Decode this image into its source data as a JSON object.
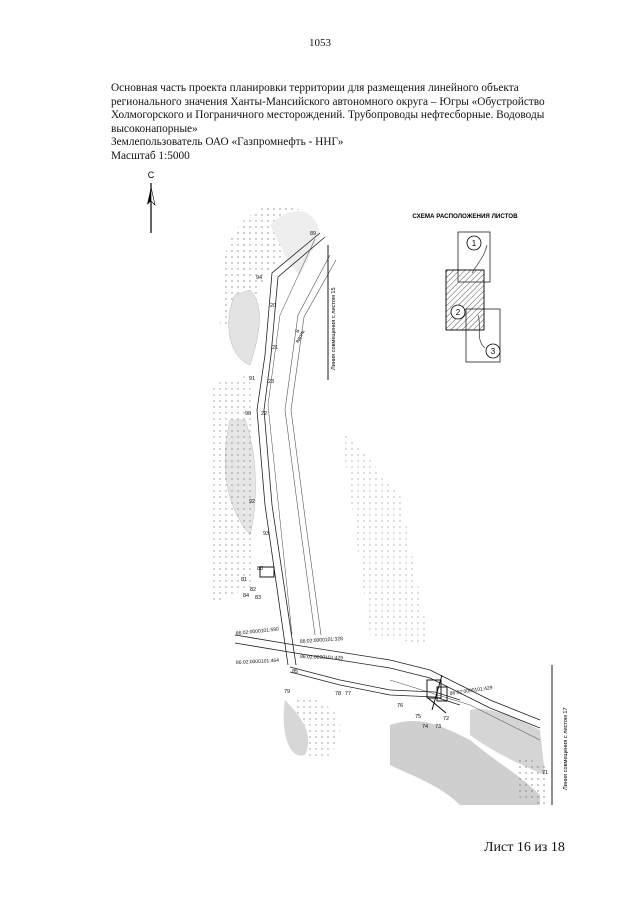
{
  "page_number": "1053",
  "header": {
    "lines": [
      "Основная часть проекта планировки территории для размещения линейного объекта",
      "регионального значения Ханты-Мансийского автономного округа – Югры «Обустройство",
      "Холмогорского и Пограничного месторождений. Трубопроводы нефтесборные. Водоводы",
      "высоконапорные»"
    ],
    "client": "Землепользователь ОАО «Газпромнефть - ННГ»",
    "scale": "Масштаб 1:5000"
  },
  "map": {
    "north_label": "С",
    "scheme_title": "СХЕМА РАСПОЛОЖЕНИЯ ЛИСТОВ",
    "sheet_markers": [
      "1",
      "2",
      "3"
    ],
    "match_line_top": "Линия совмещения с листом 15",
    "match_line_bottom": "Линия совмещения с листом 17",
    "stakes": [
      "89",
      "94",
      "20",
      "21",
      "23",
      "22",
      "91",
      "90",
      "92",
      "93",
      "80",
      "81",
      "82",
      "83",
      "84",
      "85",
      "79",
      "78",
      "77",
      "76",
      "75",
      "74",
      "73",
      "72",
      "71"
    ],
    "parcels": [
      "86:02:0000101:590",
      "86:02:0000101:328",
      "86:02:0000101:429",
      "86:02:0000101:464",
      "86:02:0000101:429"
    ],
    "road_note": "Б",
    "road_note_2": "вдоль"
  },
  "footer": "Лист 16 из 18"
}
